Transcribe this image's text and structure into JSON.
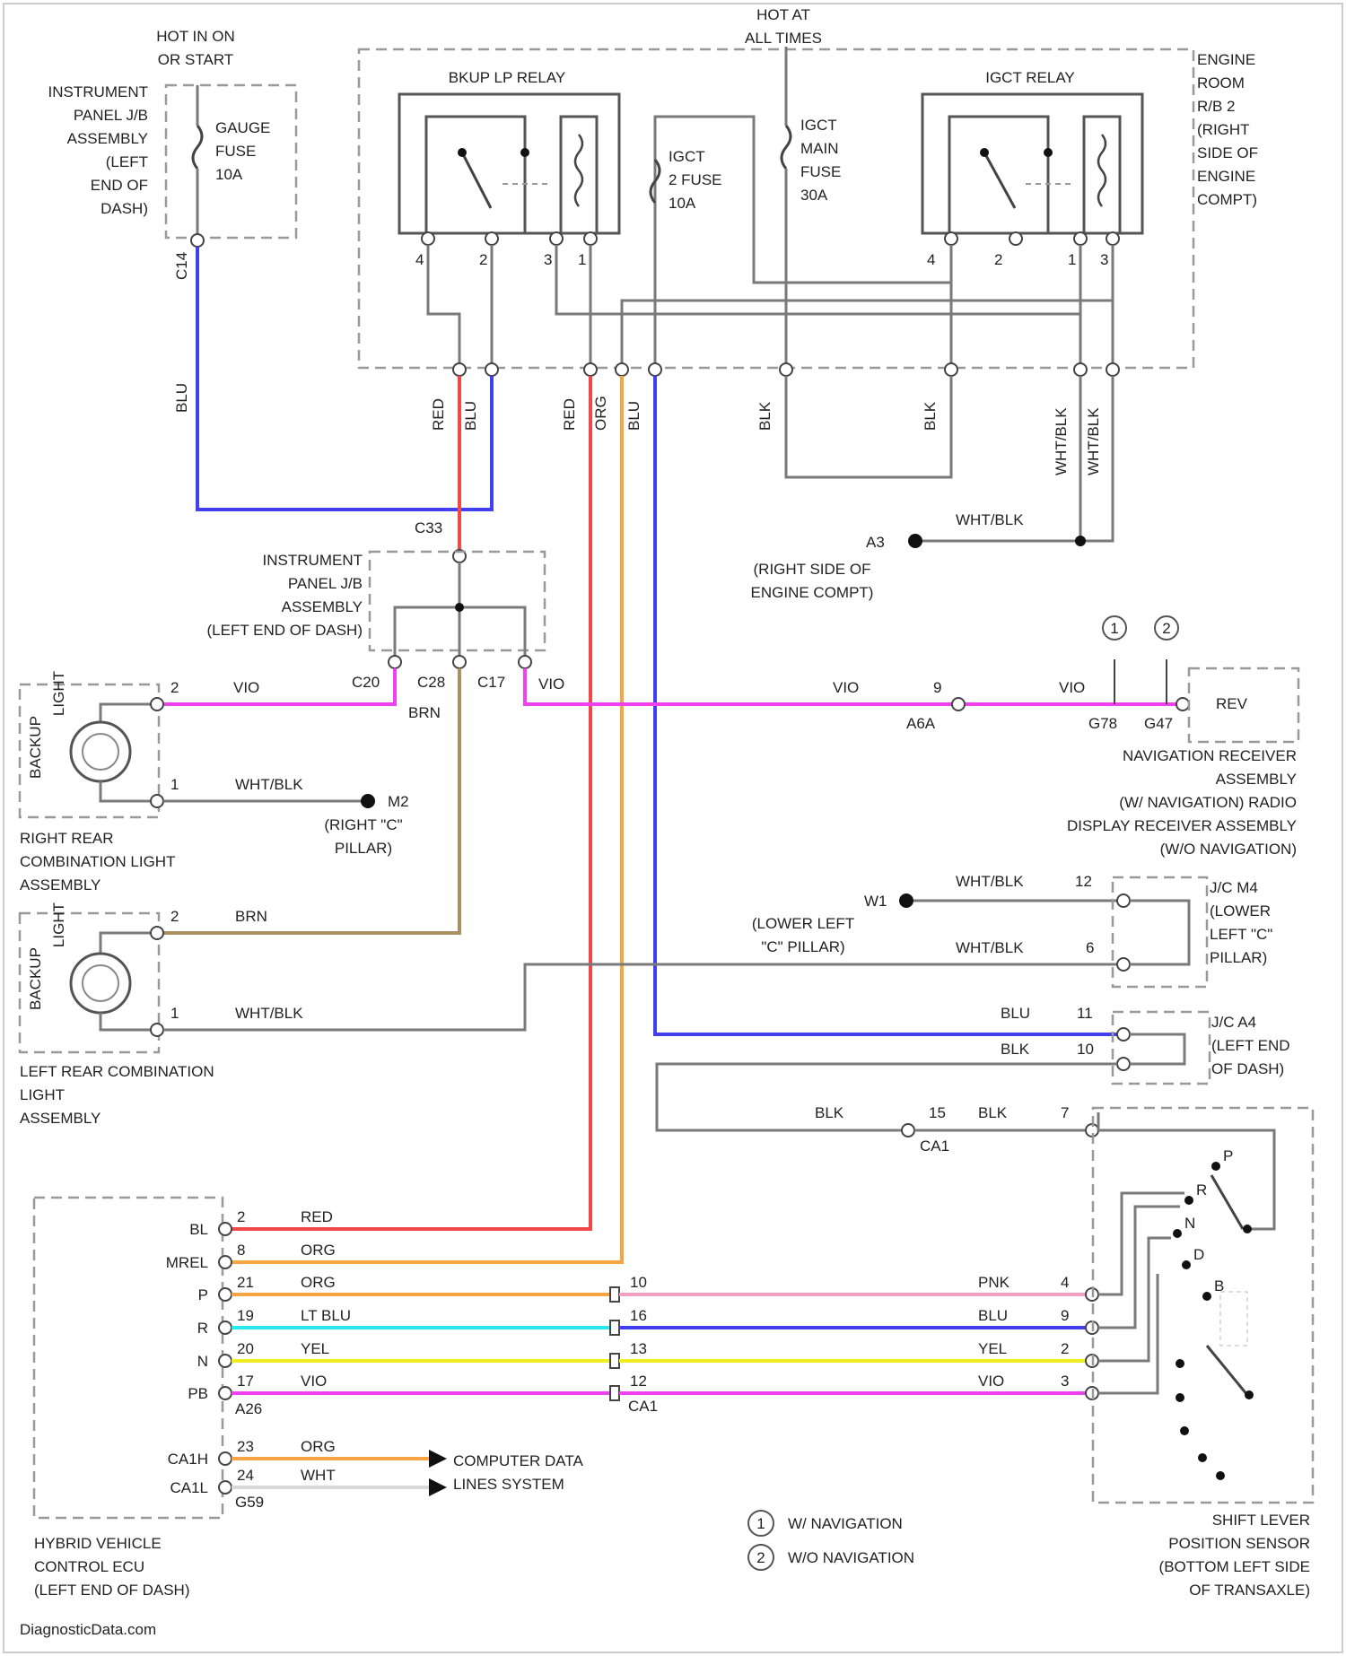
{
  "colors": {
    "red": "#f04848",
    "blue": "#4040ee",
    "orange": "#f6a542",
    "magenta": "#f040f0",
    "brown": "#a89060",
    "pink": "#f4a0c4",
    "lightblue": "#28e8f0",
    "yellow": "#eeee20",
    "gray": "#7a7a7a"
  },
  "icons": {
    "ground": "ground-icon",
    "lamp": "lamp-icon",
    "arrow": "arrow-right-icon"
  },
  "power": {
    "hot_on_start": "HOT IN ON\nOR START",
    "hot_all_times": "HOT AT\nALL TIMES"
  },
  "ipjb_top": {
    "name": "INSTRUMENT\nPANEL J/B\nASSEMBLY\n(LEFT\nEND OF\nDASH)",
    "fuse": "GAUGE\nFUSE\n10A",
    "connector": "C14",
    "wire": "BLU"
  },
  "engine_rb": {
    "name": "ENGINE\nROOM\nR/B 2\n(RIGHT\nSIDE OF\nENGINE\nCOMPT)",
    "bkup_relay": "BKUP LP RELAY",
    "igct_relay": "IGCT RELAY",
    "fuse_igct2": "IGCT\n2 FUSE\n10A",
    "fuse_main": "IGCT\nMAIN\nFUSE\n30A",
    "pins_left": [
      "4",
      "2",
      "3",
      "1"
    ],
    "pins_right": [
      "4",
      "2",
      "1",
      "3"
    ],
    "wires": [
      "RED",
      "BLU",
      "RED",
      "ORG",
      "BLU",
      "BLK",
      "BLK",
      "WHT/BLK",
      "WHT/BLK"
    ]
  },
  "ground_a3": {
    "id": "A3",
    "wire": "WHT/BLK",
    "location": "(RIGHT SIDE OF\nENGINE COMPT)"
  },
  "ipjb_mid": {
    "connector_top": "C33",
    "name": "INSTRUMENT\nPANEL J/B\nASSEMBLY\n(LEFT END OF DASH)",
    "c_left": "C20",
    "c_mid": "C28",
    "c_right": "C17",
    "wire_right": "VIO"
  },
  "right_rear_lamp": {
    "name": "RIGHT REAR\nCOMBINATION LIGHT\nASSEMBLY",
    "lamp": "BACKUP\nLIGHT",
    "pin_top": "2",
    "wire_top": "VIO",
    "pin_bot": "1",
    "wire_bot": "WHT/BLK",
    "ground": "M2",
    "ground_loc": "(RIGHT \"C\"\nPILLAR)",
    "wire_brn": "BRN"
  },
  "left_rear_lamp": {
    "name": "LEFT REAR COMBINATION\nLIGHT\nASSEMBLY",
    "lamp": "BACKUP\nLIGHT",
    "pin_top": "2",
    "wire_top": "BRN",
    "pin_bot": "1",
    "wire_bot": "WHT/BLK"
  },
  "nav": {
    "wire_a": "VIO",
    "pin": "9",
    "conn": "A6A",
    "wire_b": "VIO",
    "c1": "G78",
    "c2": "G47",
    "term": "REV",
    "marker1": "1",
    "marker2": "2",
    "name": "NAVIGATION RECEIVER\nASSEMBLY\n(W/ NAVIGATION) RADIO\nDISPLAY RECEIVER ASSEMBLY\n(W/O NAVIGATION)"
  },
  "jc_m4": {
    "ground": "W1",
    "ground_loc": "(LOWER LEFT\n\"C\" PILLAR)",
    "w1": "WHT/BLK",
    "p1": "12",
    "w2": "WHT/BLK",
    "p2": "6",
    "name": "J/C M4\n(LOWER\nLEFT \"C\"\nPILLAR)"
  },
  "jc_a4": {
    "w1": "BLU",
    "p1": "11",
    "w2": "BLK",
    "p2": "10",
    "name": "J/C A4\n(LEFT END\nOF DASH)"
  },
  "blk_link": {
    "w1": "BLK",
    "p": "15",
    "conn": "CA1",
    "w2": "BLK",
    "p2": "7"
  },
  "ecu": {
    "name": "HYBRID VEHICLE\nCONTROL ECU\n(LEFT END OF DASH)",
    "rows": [
      {
        "term": "BL",
        "pin": "2",
        "wire": "RED"
      },
      {
        "term": "MREL",
        "pin": "8",
        "wire": "ORG"
      },
      {
        "term": "P",
        "pin": "21",
        "wire": "ORG"
      },
      {
        "term": "R",
        "pin": "19",
        "wire": "LT BLU"
      },
      {
        "term": "N",
        "pin": "20",
        "wire": "YEL"
      },
      {
        "term": "PB",
        "pin": "17",
        "wire": "VIO"
      }
    ],
    "conn1": "A26",
    "can": [
      {
        "term": "CA1H",
        "pin": "23",
        "wire": "ORG"
      },
      {
        "term": "CA1L",
        "pin": "24",
        "wire": "WHT"
      }
    ],
    "conn2": "G59",
    "can_label": "COMPUTER DATA\nLINES SYSTEM"
  },
  "inline_ca1": {
    "pins": [
      "10",
      "16",
      "13",
      "12"
    ],
    "conn": "CA1"
  },
  "shift_sensor": {
    "name": "SHIFT LEVER\nPOSITION SENSOR\n(BOTTOM LEFT SIDE\nOF TRANSAXLE)",
    "wires": [
      {
        "wire": "PNK",
        "pin": "4"
      },
      {
        "wire": "BLU",
        "pin": "9"
      },
      {
        "wire": "YEL",
        "pin": "2"
      },
      {
        "wire": "VIO",
        "pin": "3"
      }
    ],
    "positions": [
      "P",
      "R",
      "N",
      "D",
      "B"
    ]
  },
  "legend": [
    {
      "mark": "1",
      "text": "W/ NAVIGATION"
    },
    {
      "mark": "2",
      "text": "W/O NAVIGATION"
    }
  ],
  "watermark": "DiagnosticData.com"
}
